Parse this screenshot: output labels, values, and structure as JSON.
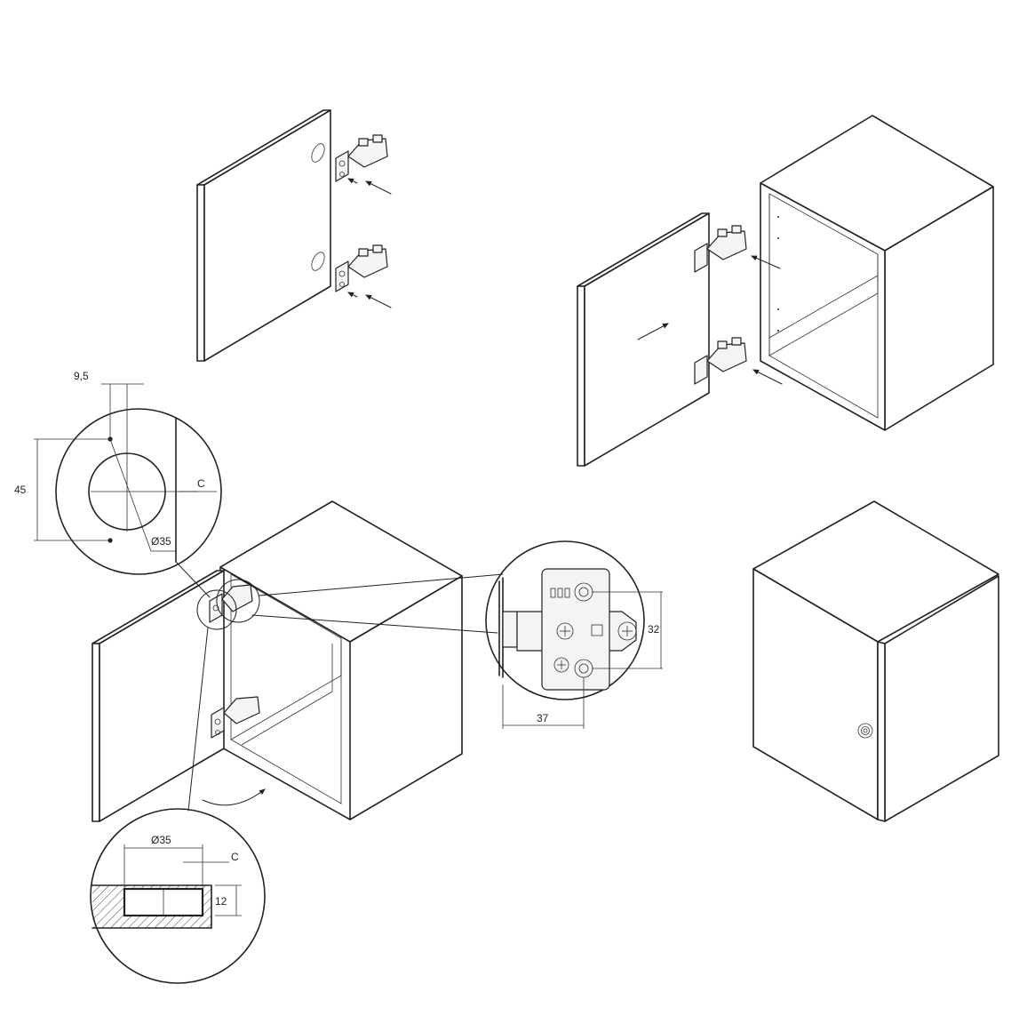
{
  "figure": {
    "description_labels": {
      "hole_offset": "9,5",
      "hole_spacing": "45",
      "cup_diameter_top": "Ø35",
      "edge_distance_top": "C",
      "cup_diameter_bottom": "Ø35",
      "edge_distance_bottom": "C",
      "cup_depth": "12",
      "plate_height": "32",
      "plate_width": "37"
    }
  }
}
